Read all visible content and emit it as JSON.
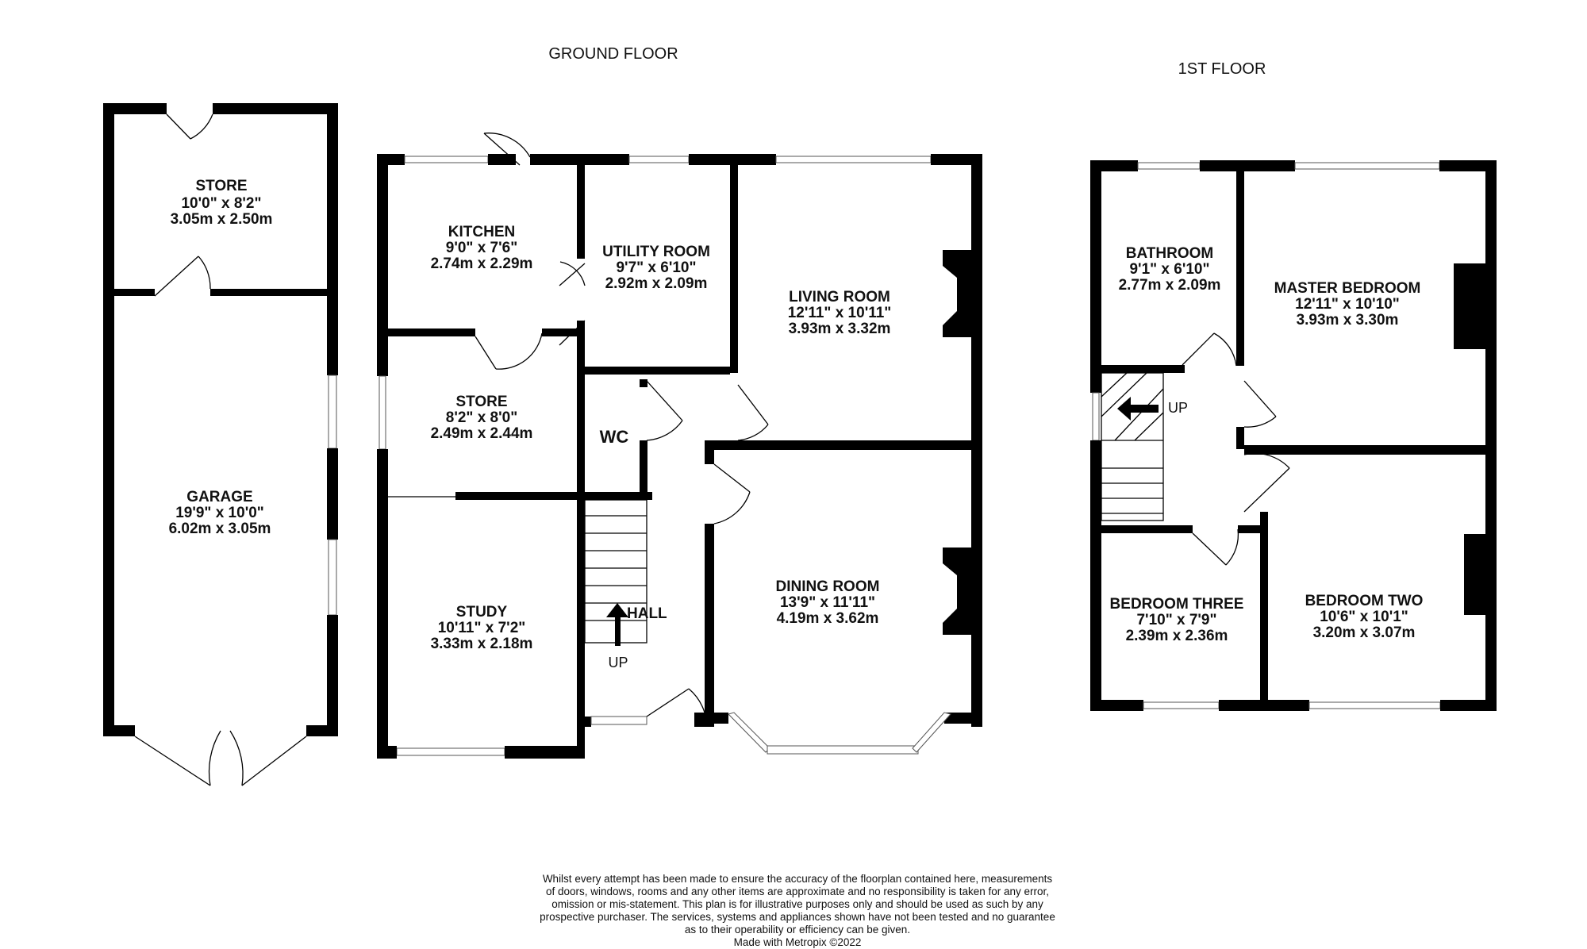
{
  "floors": {
    "ground": "GROUND FLOOR",
    "first": "1ST FLOOR"
  },
  "rooms": {
    "store_out": {
      "name": "STORE",
      "imperial": "10'0\"  x 8'2\"",
      "metric": "3.05m  x 2.50m"
    },
    "garage": {
      "name": "GARAGE",
      "imperial": "19'9\"  x 10'0\"",
      "metric": "6.02m  x 3.05m"
    },
    "kitchen": {
      "name": "KITCHEN",
      "imperial": "9'0\"  x 7'6\"",
      "metric": "2.74m  x 2.29m"
    },
    "utility": {
      "name": "UTILITY ROOM",
      "imperial": "9'7\"  x 6'10\"",
      "metric": "2.92m  x 2.09m"
    },
    "living": {
      "name": "LIVING ROOM",
      "imperial": "12'11\"  x 10'11\"",
      "metric": "3.93m  x 3.32m"
    },
    "store_in": {
      "name": "STORE",
      "imperial": "8'2\"  x 8'0\"",
      "metric": "2.49m  x 2.44m"
    },
    "wc": {
      "name": "WC"
    },
    "study": {
      "name": "STUDY",
      "imperial": "10'11\"  x 7'2\"",
      "metric": "3.33m  x 2.18m"
    },
    "hall": {
      "name": "HALL"
    },
    "dining": {
      "name": "DINING ROOM",
      "imperial": "13'9\"  x 11'11\"",
      "metric": "4.19m  x 3.62m"
    },
    "bathroom": {
      "name": "BATHROOM",
      "imperial": "9'1\"  x 6'10\"",
      "metric": "2.77m  x 2.09m"
    },
    "master": {
      "name": "MASTER BEDROOM",
      "imperial": "12'11\"  x 10'10\"",
      "metric": "3.93m  x 3.30m"
    },
    "bed_three": {
      "name": "BEDROOM THREE",
      "imperial": "7'10\"  x 7'9\"",
      "metric": "2.39m  x 2.36m"
    },
    "bed_two": {
      "name": "BEDROOM TWO",
      "imperial": "10'6\"  x 10'1\"",
      "metric": "3.20m  x 3.07m"
    }
  },
  "stairs": {
    "ground_label": "UP",
    "first_label": "UP"
  },
  "disclaimer": [
    "Whilst every attempt has been made to ensure the accuracy of the floorplan contained here, measurements",
    "of doors, windows, rooms and any other items are approximate and no responsibility is taken for any error,",
    "omission or mis-statement. This plan is for illustrative purposes only and should be used as such by any",
    "prospective purchaser. The services, systems and appliances shown have not been tested and no guarantee",
    "as to their operability or efficiency can be given.",
    "Made with Metropix ©2022"
  ]
}
